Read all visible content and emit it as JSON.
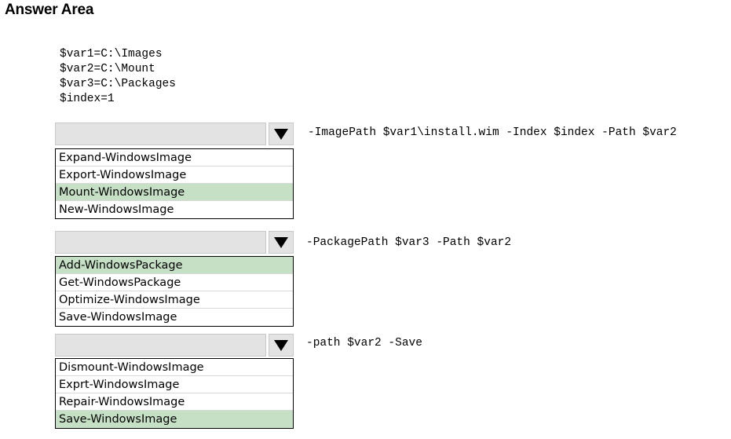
{
  "title": "Answer Area",
  "script_lines": [
    "$var1=C:\\Images",
    "$var2=C:\\Mount",
    "$var3=C:\\Packages",
    "$index=1"
  ],
  "dropdowns": [
    {
      "selected": "",
      "options": [
        "Expand-WindowsImage",
        "Export-WindowsImage",
        "Mount-WindowsImage",
        "New-WindowsImage"
      ],
      "highlighted": "Mount-WindowsImage",
      "suffix": "-ImagePath $var1\\install.wim -Index $index -Path $var2"
    },
    {
      "selected": "",
      "options": [
        "Add-WindowsPackage",
        "Get-WindowsPackage",
        "Optimize-WindowsImage",
        "Save-WindowsImage"
      ],
      "highlighted": "Add-WindowsPackage",
      "suffix": "-PackagePath $var3 -Path $var2"
    },
    {
      "selected": "",
      "options": [
        "Dismount-WindowsImage",
        "Exprt-WindowsImage",
        "Repair-WindowsImage",
        "Save-WindowsImage"
      ],
      "highlighted": "Save-WindowsImage",
      "suffix": "-path $var2 -Save"
    }
  ],
  "colors": {
    "highlight": "#c6e0c5",
    "dropdown_bg": "#e3e3e3"
  }
}
